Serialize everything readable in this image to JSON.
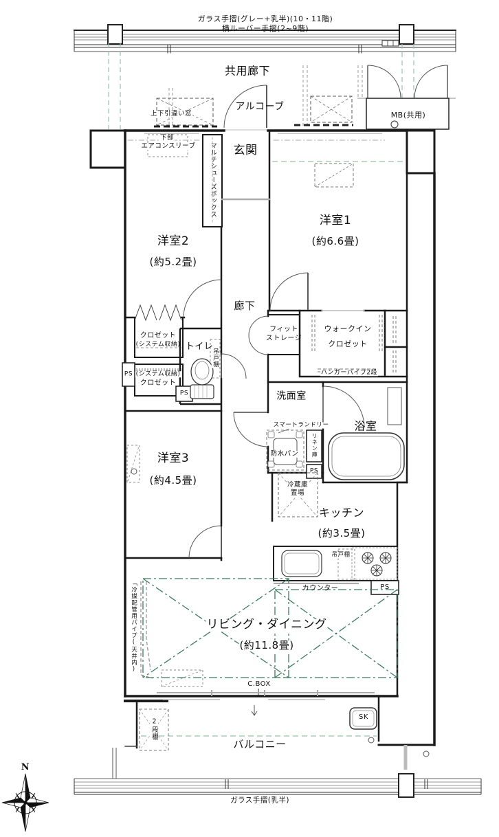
{
  "labels": {
    "top_note1": "ガラス手摺(グレー+乳半)(10・11階)",
    "top_note2": "横ルーバー手摺(2~9階)",
    "common_corridor": "共用廊下",
    "alcove": "アルコーブ",
    "mb": "MB(共用)",
    "window_sash": "上下引違い窓",
    "ac_sleeve1": "下部",
    "ac_sleeve2": "エアコンスリーブ",
    "shoes_box": "マルチシューズボックス",
    "entrance": "玄関",
    "bedroom2": "洋室2",
    "bedroom2_size": "(約5.2畳)",
    "bedroom1": "洋室1",
    "bedroom1_size": "(約6.6畳)",
    "hallway": "廊下",
    "closet_a1": "クロゼット",
    "closet_a2": "(システム収納)",
    "toilet": "トイレ",
    "hanging_cabinet": "吊戸棚",
    "ps": "PS",
    "closet_b1": "(システム収納)",
    "closet_b2": "クロゼット",
    "fit_storage1": "フィット",
    "fit_storage2": "ストレージ",
    "wic1": "ウォークイン",
    "wic2": "クロゼット",
    "hanger_pipe": "ハンガーパイプ2段",
    "washroom": "洗面室",
    "smart_laundry": "スマートランドリー",
    "waterproof_pan": "防水パン",
    "linen_cabinet": "リネン庫",
    "bathroom": "浴室",
    "bedroom3": "洋室3",
    "bedroom3_size": "(約4.5畳)",
    "fridge1": "冷蔵庫",
    "fridge2": "置場",
    "kitchen": "キッチン",
    "kitchen_size": "(約3.5畳)",
    "kitchen_hanging_cabinet": "吊戸棚",
    "counter": "カウンター",
    "refrigerant_pipe": "「冷媒配管用パイプ(天井内)",
    "living_dining": "リビング・ダイニング",
    "living_dining_size": "(約11.8畳)",
    "cbox": "C.BOX",
    "two_tier_shelf": "2段棚",
    "balcony": "バルコニー",
    "sk": "SK",
    "bottom_note": "ガラス手摺(乳半)",
    "north": "N"
  },
  "colors": {
    "wall": "#1a1a1a",
    "fixture_gray": "#999999",
    "accent_green": "#3e7b60",
    "guide_green": "#96c2aa"
  }
}
